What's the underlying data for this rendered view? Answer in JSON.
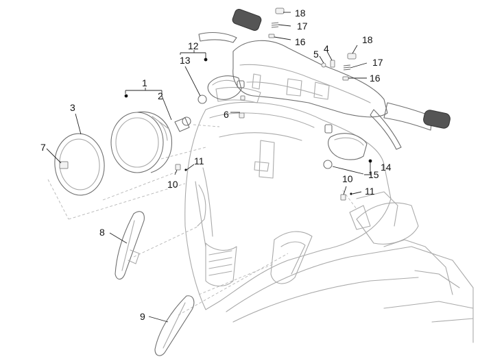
{
  "callouts": [
    {
      "id": "c1",
      "label": "1"
    },
    {
      "id": "c2",
      "label": "2"
    },
    {
      "id": "c3",
      "label": "3"
    },
    {
      "id": "c4",
      "label": "4"
    },
    {
      "id": "c5",
      "label": "5"
    },
    {
      "id": "c6",
      "label": "6"
    },
    {
      "id": "c7",
      "label": "7"
    },
    {
      "id": "c8",
      "label": "8"
    },
    {
      "id": "c9",
      "label": "9"
    },
    {
      "id": "c10a",
      "label": "10"
    },
    {
      "id": "c10b",
      "label": "10"
    },
    {
      "id": "c11a",
      "label": "11"
    },
    {
      "id": "c11b",
      "label": "11"
    },
    {
      "id": "c12",
      "label": "12"
    },
    {
      "id": "c13",
      "label": "13"
    },
    {
      "id": "c14",
      "label": "14"
    },
    {
      "id": "c15",
      "label": "15"
    },
    {
      "id": "c16a",
      "label": "16"
    },
    {
      "id": "c16b",
      "label": "16"
    },
    {
      "id": "c17a",
      "label": "17"
    },
    {
      "id": "c17b",
      "label": "17"
    },
    {
      "id": "c18a",
      "label": "18"
    },
    {
      "id": "c18b",
      "label": "18"
    }
  ]
}
